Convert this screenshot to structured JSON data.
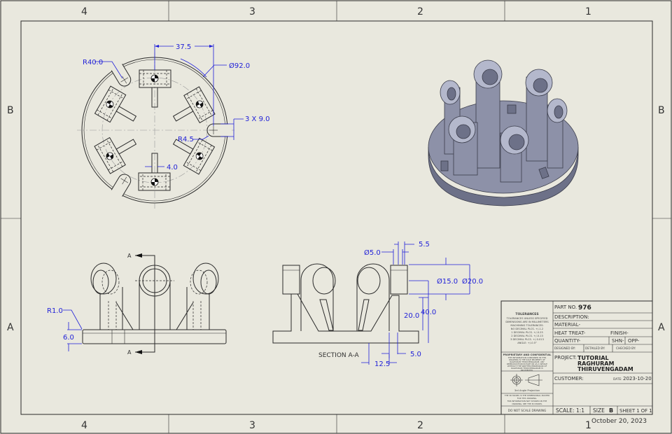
{
  "zones": {
    "columns": [
      "4",
      "3",
      "2",
      "1"
    ],
    "rows": [
      "B",
      "A"
    ]
  },
  "top_view": {
    "dims": {
      "r_outer": "R40.0",
      "width_37": "37.5",
      "dia_92": "Ø92.0",
      "slots": "3 X 9.0",
      "r_slot": "R4.5",
      "stem": "4.0"
    }
  },
  "front_view": {
    "section_marker": "A",
    "dims": {
      "fillet": "R1.0",
      "thickness": "6.0"
    }
  },
  "section_view": {
    "label": "SECTION A-A",
    "dims": {
      "hole_small": "Ø5.0",
      "slot_5_5": "5.5",
      "dia_15": "Ø15.0",
      "dia_20": "Ø20.0",
      "height_20": "20.0",
      "height_40": "40.0",
      "width_5": "5.0",
      "width_12_5": "12.5"
    }
  },
  "title_block": {
    "tolerances": {
      "heading": "TOLERANCES",
      "lines": [
        "TOLERANCES UNLESS SPECIFIED",
        "DIMENSIONS ARE IN MILLIMETERS",
        "MACHINING TOLERANCES:",
        "NO DECIMAL PLCS. +/-1.2",
        "1 DECIMAL PLCS. +/-0.25",
        "2 DECIMAL PLCS. +/-0.13",
        "3 DECIMAL PLCS. +/-0.013",
        "ANGLE: +/-0.5°"
      ]
    },
    "proprietary": {
      "heading": "PROPRIETARY AND CONFIDENTIAL",
      "lines": [
        "THE INFORMATION CONTAINED IN THIS",
        "DRAWING IS THE SOLE PROPERTY OF",
        "RAGHURAM THIRUVENGADAM. ANY",
        "REPRODUCTION IN PART OR AS A WHOLE",
        "WITHOUT THE WRITTEN PERMISSION OF",
        "RAGHURAM THIRUVENGADAM IS",
        "PROHIBITED."
      ]
    },
    "projection_label": "3rd Angle Projection",
    "model_note": [
      "THE 3D MODEL IS THE DIMENSIONAL MASTER",
      "FOR THIS DRAWING.",
      "FOR INFORMATION NOT SHOWN ON THE",
      "DRAWING, SEE THE 3D MODEL"
    ],
    "do_not_scale": "DO NOT SCALE DRAWING",
    "part_no_label": "PART NO.",
    "part_no": "976",
    "description_label": "DESCRIPTION:",
    "material_label": "MATERIAL-",
    "heat_treat_label": "HEAT TREAT-",
    "finish_label": "FINISH-",
    "quantity_label": "QUANTITY-",
    "shn_label": "SHN-",
    "opp_label": "OPP-",
    "designed_by_label": "DESIGNED BY:",
    "detailed_by_label": "DETAILED BY:",
    "checked_by_label": "CHECKED BY:",
    "project_label": "PROJECT:",
    "project_lines": [
      "TUTORIAL",
      "RAGHURAM",
      "THIRUVENGADAM"
    ],
    "customer_label": "CUSTOMER:",
    "date_label": "DATE:",
    "date": "2023-10-20",
    "scale": "SCALE: 1:1",
    "size_label": "SIZE",
    "size": "B",
    "sheet": "SHEET 1 OF 1"
  },
  "print_date": "October 20, 2023",
  "colors": {
    "dimension": "#1f1fd8",
    "background": "#e9e8de",
    "model": "#8d91a8"
  }
}
